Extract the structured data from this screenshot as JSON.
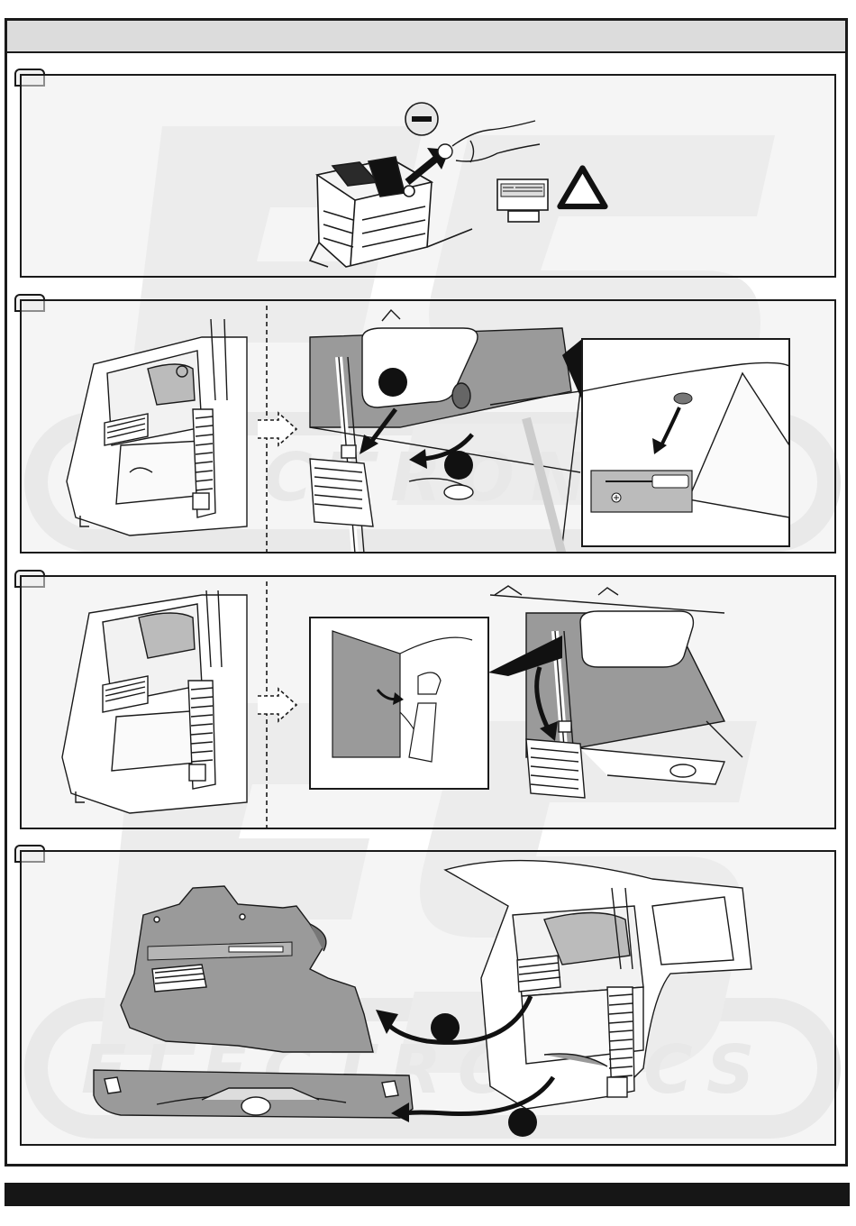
{
  "header": {
    "title": ""
  },
  "watermark": {
    "logo_text": "ES",
    "brand_text": "ELECTRONICS"
  },
  "steps": [
    {
      "number": "",
      "label": "disconnect-battery"
    },
    {
      "number": "",
      "label": "remove-cover-and-clip"
    },
    {
      "number": "",
      "label": "release-seat-belt"
    },
    {
      "number": "",
      "label": "remove-trim-panels"
    }
  ],
  "step1": {
    "polarity_symbol": "−",
    "warning": "!"
  },
  "step2": {
    "callouts": [
      "",
      "",
      ""
    ]
  },
  "step4": {
    "callouts": [
      "",
      ""
    ]
  },
  "colors": {
    "line": "#1a1a1a",
    "panel_bg": "#ececec",
    "trim_fill": "#9a9a9a",
    "watermark": "#e6e6e6"
  },
  "icons": [
    "battery-icon",
    "warning-triangle-icon",
    "manual-icon",
    "screwdriver-icon",
    "arrow-icon"
  ]
}
